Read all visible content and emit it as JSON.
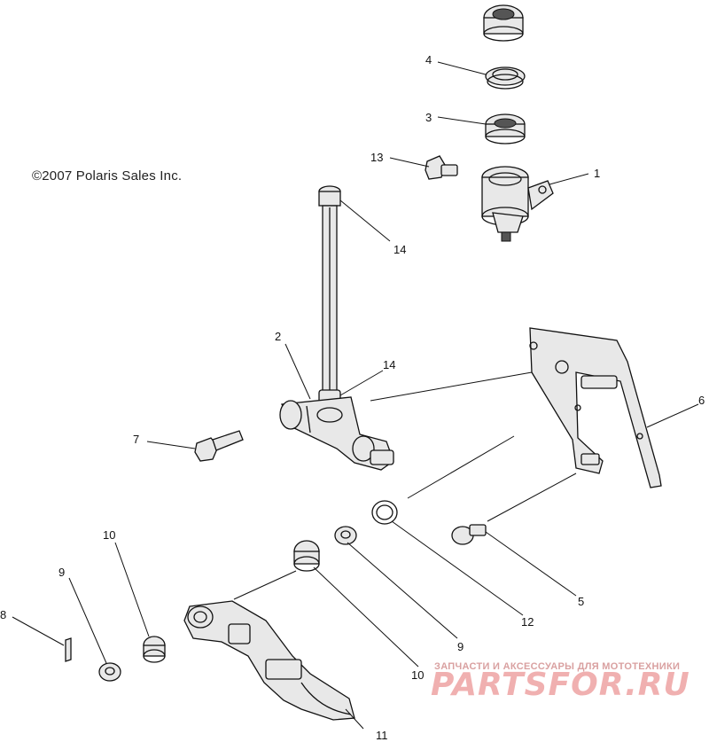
{
  "copyright": "©2007 Polaris Sales Inc.",
  "watermark": {
    "tagline": "ЗАПЧАСТИ И АКСЕССУАРЫ ДЛЯ МОТОТЕХНИКИ",
    "brand": "PARTSFOR.RU",
    "color": "#f0b0b0"
  },
  "callouts": {
    "c1": "1",
    "c2": "2",
    "c3": "3",
    "c4": "4",
    "c5": "5",
    "c6": "6",
    "c7": "7",
    "c8": "8",
    "c9a": "9",
    "c9b": "9",
    "c10a": "10",
    "c10b": "10",
    "c11": "11",
    "c12": "12",
    "c13": "13",
    "c14a": "14",
    "c14b": "14"
  }
}
